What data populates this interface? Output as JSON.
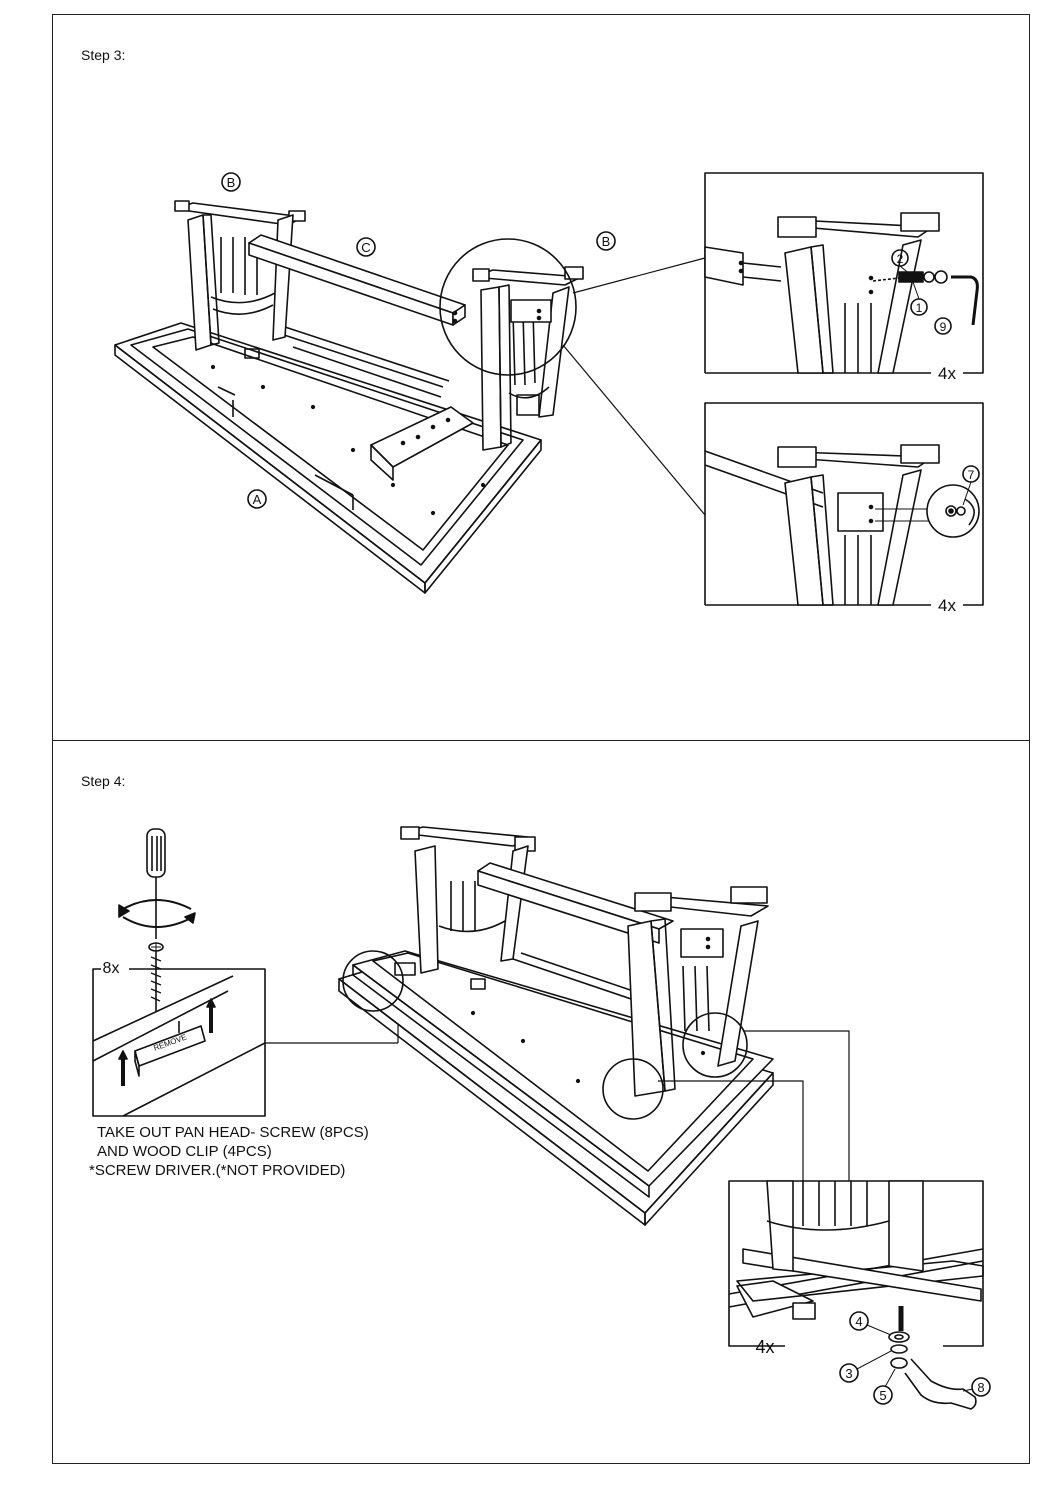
{
  "step3": {
    "title": "Step 3:",
    "parts": {
      "a": "A",
      "b_left": "B",
      "b_right": "B",
      "c": "C"
    },
    "callout_bolt": {
      "numbers": [
        "2",
        "1",
        "9"
      ],
      "qty": "4x"
    },
    "callout_cap": {
      "numbers": [
        "7"
      ],
      "qty": "4x"
    }
  },
  "step4": {
    "title": "Step 4:",
    "screw_qty": "8x",
    "clip_label": "REMOVE",
    "note_line1": "TAKE OUT PAN HEAD- SCREW (8PCS)",
    "note_line2": "AND WOOD CLIP (4PCS)",
    "note_line3": "*SCREW DRIVER.(*NOT PROVIDED)",
    "callout_nut": {
      "numbers": [
        "4",
        "3",
        "5",
        "8"
      ],
      "qty": "4x"
    }
  }
}
